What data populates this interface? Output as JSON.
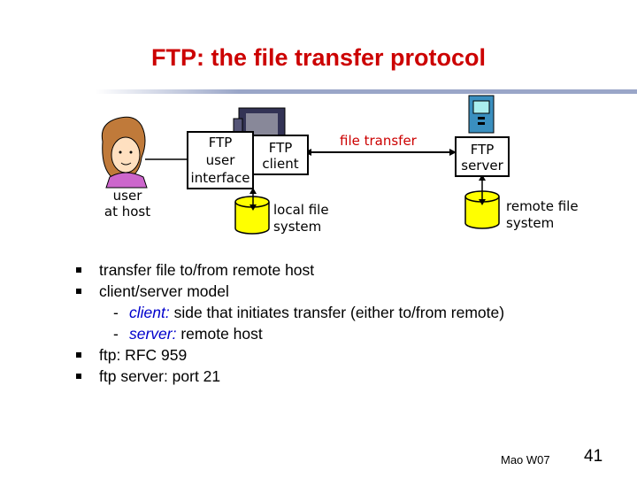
{
  "title": "FTP: the file transfer protocol",
  "diagram": {
    "user_label_1": "user",
    "user_label_2": "at host",
    "ui_box_line1": "FTP",
    "ui_box_line2": "user",
    "ui_box_line3": "interface",
    "client_box_line1": "FTP",
    "client_box_line2": "client",
    "transfer_label": "file transfer",
    "server_box_line1": "FTP",
    "server_box_line2": "server",
    "local_fs_line1": "local file",
    "local_fs_line2": "system",
    "remote_fs_line1": "remote file",
    "remote_fs_line2": "system"
  },
  "bullets": {
    "b1": "transfer file to/from remote host",
    "b2": "client/server model",
    "sub1_dash": "-",
    "sub1_term": "client:",
    "sub1_text": " side that initiates transfer (either to/from remote)",
    "sub2_dash": "-",
    "sub2_term": "server:",
    "sub2_text": " remote host",
    "b3": "ftp: RFC 959",
    "b4": "ftp server: port 21"
  },
  "footer": {
    "author": "Mao W07",
    "page": "41"
  },
  "colors": {
    "title": "#cc0000",
    "rule": "#9aa6c8",
    "accent_italic": "#0000cc",
    "disk": "#ffff00"
  }
}
